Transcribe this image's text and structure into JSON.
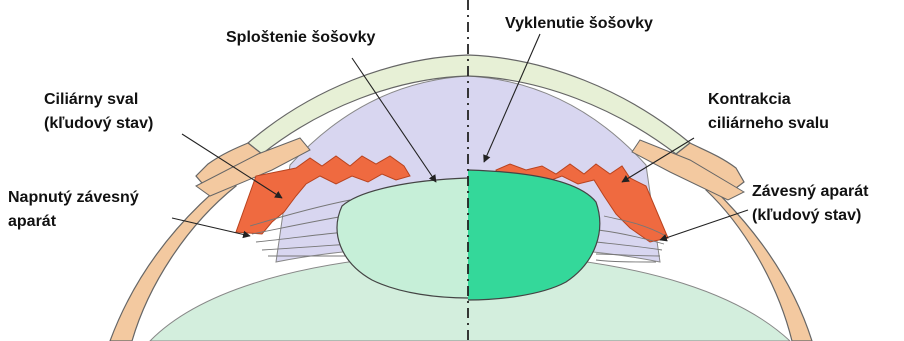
{
  "labels": {
    "flattening": "Sploštenie šošovky",
    "bulging": "Vyklenutie šošovky",
    "muscle_rest_line1": "Ciliárny sval",
    "muscle_rest_line2": "(kľudový stav)",
    "muscle_contraction_line1": "Kontrakcia",
    "muscle_contraction_line2": "ciliárneho svalu",
    "zonule_tense_line1": "Napnutý závesný",
    "zonule_tense_line2": "aparát",
    "zonule_rest_line1": "Závesný aparát",
    "zonule_rest_line2": "(kľudový stav)"
  },
  "colors": {
    "sclera": "#f3c9a0",
    "cornea": "#e7f0d6",
    "aqueous": "#d8d6f0",
    "vitreous": "#d3eedd",
    "lens_left": "#c6efd8",
    "lens_right": "#34d89a",
    "ciliary_muscle": "#ef6a40",
    "outline": "#555555",
    "pointer": "#222222"
  }
}
